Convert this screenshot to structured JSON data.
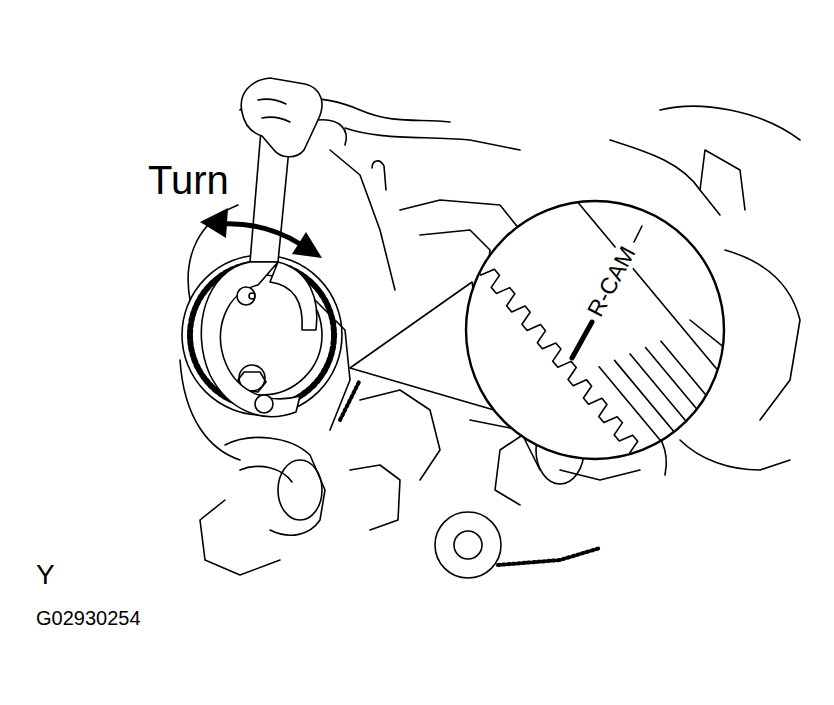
{
  "diagram": {
    "labels": [
      "Turn",
      "R-CAM",
      "Y",
      "G02930254"
    ]
  }
}
